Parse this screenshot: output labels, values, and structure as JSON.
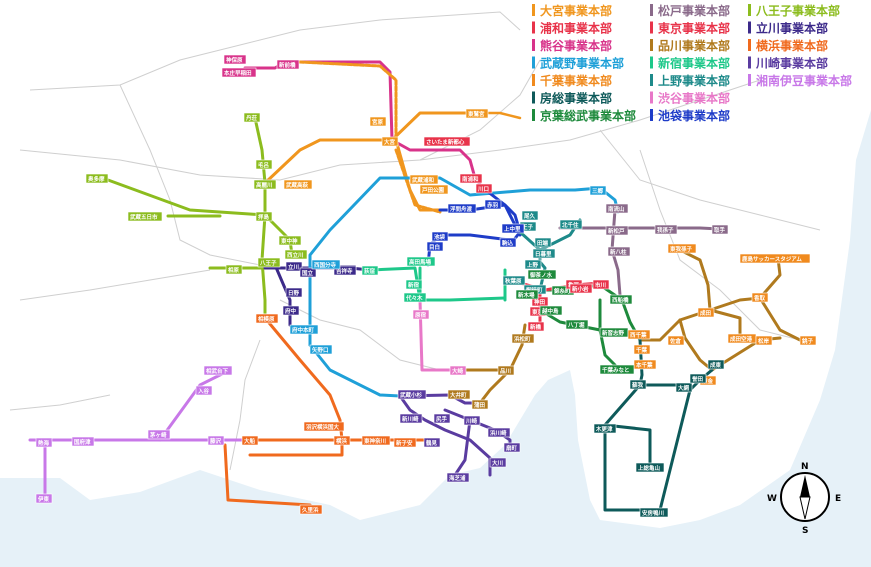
{
  "legend": [
    {
      "name": "大宮事業本部",
      "color": "#f0961e"
    },
    {
      "name": "浦和事業本部",
      "color": "#e8334a"
    },
    {
      "name": "熊谷事業本部",
      "color": "#d8338a"
    },
    {
      "name": "武蔵野事業本部",
      "color": "#1fa0d8"
    },
    {
      "name": "千葉事業本部",
      "color": "#f08a1e"
    },
    {
      "name": "房総事業本部",
      "color": "#0e5a5a"
    },
    {
      "name": "京葉総武事業本部",
      "color": "#1e8a3c"
    },
    {
      "name": "松戸事業本部",
      "color": "#8a6a8a"
    },
    {
      "name": "東京事業本部",
      "color": "#e8334a"
    },
    {
      "name": "品川事業本部",
      "color": "#b07a1e"
    },
    {
      "name": "新宿事業本部",
      "color": "#1ec88a"
    },
    {
      "name": "上野事業本部",
      "color": "#1e8a8a"
    },
    {
      "name": "渋谷事業本部",
      "color": "#e878c8"
    },
    {
      "name": "池袋事業本部",
      "color": "#1e3cc8"
    },
    {
      "name": "八王子事業本部",
      "color": "#8cbc1e"
    },
    {
      "name": "立川事業本部",
      "color": "#3c2a8a"
    },
    {
      "name": "横浜事業本部",
      "color": "#f06a1e"
    },
    {
      "name": "川崎事業本部",
      "color": "#5a3ca0"
    },
    {
      "name": "湘南伊豆事業本部",
      "color": "#c878e8"
    }
  ],
  "stations": [
    {
      "label": "神保原",
      "line": "熊谷"
    },
    {
      "label": "本庄早稲田",
      "line": "熊谷"
    },
    {
      "label": "新前橋",
      "line": "熊谷"
    },
    {
      "label": "宮原",
      "line": "大宮"
    },
    {
      "label": "大宮",
      "line": "大宮"
    },
    {
      "label": "さいたま新都心",
      "line": "浦和"
    },
    {
      "label": "東鷲宮",
      "line": "大宮"
    },
    {
      "label": "丹荘",
      "line": "八王子"
    },
    {
      "label": "毛呂",
      "line": "八王子"
    },
    {
      "label": "高麗川",
      "line": "八王子"
    },
    {
      "label": "武蔵高萩",
      "line": "大宮"
    },
    {
      "label": "奥多摩",
      "line": "八王子"
    },
    {
      "label": "武蔵五日市",
      "line": "八王子"
    },
    {
      "label": "拝島",
      "line": "八王子"
    },
    {
      "label": "東中神",
      "line": "八王子"
    },
    {
      "label": "西立川",
      "line": "八王子"
    },
    {
      "label": "八王子",
      "line": "八王子"
    },
    {
      "label": "立川",
      "line": "立川"
    },
    {
      "label": "国立",
      "line": "立川"
    },
    {
      "label": "日野",
      "line": "立川"
    },
    {
      "label": "府中",
      "line": "立川"
    },
    {
      "label": "相原",
      "line": "八王子"
    },
    {
      "label": "橋本",
      "line": "横浜"
    },
    {
      "label": "武蔵浦和",
      "line": "大宮"
    },
    {
      "label": "南浦和",
      "line": "浦和"
    },
    {
      "label": "戸田公園",
      "line": "大宮"
    },
    {
      "label": "川口",
      "line": "浦和"
    },
    {
      "label": "三郷",
      "line": "武蔵野"
    },
    {
      "label": "浮間舟渡",
      "line": "池袋"
    },
    {
      "label": "赤羽",
      "line": "池袋"
    },
    {
      "label": "尾久",
      "line": "上野"
    },
    {
      "label": "王子",
      "line": "上野"
    },
    {
      "label": "上中里",
      "line": "池袋"
    },
    {
      "label": "駒込",
      "line": "池袋"
    },
    {
      "label": "池袋",
      "line": "池袋"
    },
    {
      "label": "目白",
      "line": "池袋"
    },
    {
      "label": "高田馬場",
      "line": "新宿"
    },
    {
      "label": "田端",
      "line": "上野"
    },
    {
      "label": "日暮里",
      "line": "上野"
    },
    {
      "label": "上野",
      "line": "上野"
    },
    {
      "label": "北千住",
      "line": "上野"
    },
    {
      "label": "南流山",
      "line": "松戸"
    },
    {
      "label": "新松戸",
      "line": "松戸"
    },
    {
      "label": "我孫子",
      "line": "松戸"
    },
    {
      "label": "取手",
      "line": "松戸"
    },
    {
      "label": "国分寺",
      "line": "立川"
    },
    {
      "label": "吉祥寺",
      "line": "立川"
    },
    {
      "label": "荻窪",
      "line": "新宿"
    },
    {
      "label": "新宿",
      "line": "新宿"
    },
    {
      "label": "代々木",
      "line": "新宿"
    },
    {
      "label": "原宿",
      "line": "渋谷"
    },
    {
      "label": "府中本町",
      "line": "武蔵野"
    },
    {
      "label": "西国分寺",
      "line": "武蔵野"
    },
    {
      "label": "矢野口",
      "line": "武蔵野"
    },
    {
      "label": "御茶ノ水",
      "line": "京葉総武"
    },
    {
      "label": "秋葉原",
      "line": "上野"
    },
    {
      "label": "御徒町",
      "line": "上野"
    },
    {
      "label": "神田",
      "line": "東京"
    },
    {
      "label": "東京",
      "line": "東京"
    },
    {
      "label": "新橋",
      "line": "東京"
    },
    {
      "label": "錦糸町",
      "line": "京葉総武"
    },
    {
      "label": "亀戸",
      "line": "東京"
    },
    {
      "label": "新小岩",
      "line": "東京"
    },
    {
      "label": "市川",
      "line": "東京"
    },
    {
      "label": "新八柱",
      "line": "松戸"
    },
    {
      "label": "西船橋",
      "line": "京葉総武"
    },
    {
      "label": "八丁堀",
      "line": "京葉総武"
    },
    {
      "label": "新習志野",
      "line": "京葉総武"
    },
    {
      "label": "西千葉",
      "line": "千葉"
    },
    {
      "label": "千葉",
      "line": "千葉"
    },
    {
      "label": "本千葉",
      "line": "千葉"
    },
    {
      "label": "千葉みなと",
      "line": "京葉総武"
    },
    {
      "label": "蘇我",
      "line": "房総"
    },
    {
      "label": "東我孫子",
      "line": "千葉"
    },
    {
      "label": "成田",
      "line": "千葉"
    },
    {
      "label": "成田空港",
      "line": "千葉"
    },
    {
      "label": "佐倉",
      "line": "千葉"
    },
    {
      "label": "鹿島サッカースタジアム",
      "line": "千葉"
    },
    {
      "label": "香取",
      "line": "千葉"
    },
    {
      "label": "松岸",
      "line": "千葉"
    },
    {
      "label": "銚子",
      "line": "千葉"
    },
    {
      "label": "成東",
      "line": "房総"
    },
    {
      "label": "東金",
      "line": "千葉"
    },
    {
      "label": "大網",
      "line": "房総"
    },
    {
      "label": "誉田",
      "line": "房総"
    },
    {
      "label": "木更津",
      "line": "房総"
    },
    {
      "label": "上総亀山",
      "line": "房総"
    },
    {
      "label": "安房鴨川",
      "line": "房総"
    },
    {
      "label": "大崎",
      "line": "渋谷"
    },
    {
      "label": "品川",
      "line": "品川"
    },
    {
      "label": "大井町",
      "line": "品川"
    },
    {
      "label": "蒲田",
      "line": "品川"
    },
    {
      "label": "浜松町",
      "line": "品川"
    },
    {
      "label": "武蔵小杉",
      "line": "川崎"
    },
    {
      "label": "新川崎",
      "line": "川崎"
    },
    {
      "label": "尻手",
      "line": "川崎"
    },
    {
      "label": "川崎",
      "line": "川崎"
    },
    {
      "label": "鶴見",
      "line": "川崎"
    },
    {
      "label": "浜川崎",
      "line": "川崎"
    },
    {
      "label": "扇町",
      "line": "川崎"
    },
    {
      "label": "大川",
      "line": "川崎"
    },
    {
      "label": "海芝浦",
      "line": "川崎"
    },
    {
      "label": "相模原",
      "line": "横浜"
    },
    {
      "label": "相武台下",
      "line": "湘南伊豆"
    },
    {
      "label": "入谷",
      "line": "湘南伊豆"
    },
    {
      "label": "羽沢横浜国大",
      "line": "横浜"
    },
    {
      "label": "横浜",
      "line": "横浜"
    },
    {
      "label": "東神奈川",
      "line": "横浜"
    },
    {
      "label": "新子安",
      "line": "横浜"
    },
    {
      "label": "大船",
      "line": "横浜"
    },
    {
      "label": "藤沢",
      "line": "湘南伊豆"
    },
    {
      "label": "茅ヶ崎",
      "line": "湘南伊豆"
    },
    {
      "label": "国府津",
      "line": "湘南伊豆"
    },
    {
      "label": "熱海",
      "line": "湘南伊豆"
    },
    {
      "label": "伊東",
      "line": "湘南伊豆"
    },
    {
      "label": "久里浜",
      "line": "横浜"
    },
    {
      "label": "新木場",
      "line": "京葉総武"
    },
    {
      "label": "越中島",
      "line": "京葉総武"
    }
  ],
  "compass": {
    "n": "N",
    "s": "S",
    "e": "E",
    "w": "W"
  },
  "colors": {
    "sea": "#e6f1f8",
    "land": "#ffffff"
  }
}
